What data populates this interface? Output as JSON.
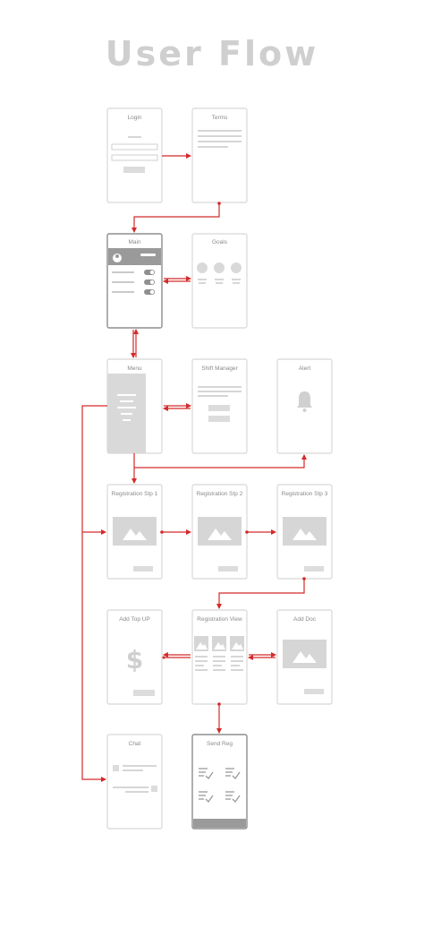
{
  "title": "User Flow",
  "screens": {
    "login": "Login",
    "terms": "Terms",
    "main": "Main",
    "goals": "Goals",
    "menu": "Menu",
    "shift_manager": "Shift Manager",
    "alert": "Alert",
    "reg1": "Registration Stp 1",
    "reg2": "Registration Stp 2",
    "reg3": "Registration Stp 3",
    "add_top_up": "Add Top UP",
    "reg_view": "Registration View",
    "add_doc": "Add Doc",
    "chat": "Chat",
    "send_reg": "Send Reg"
  },
  "symbols": {
    "dollar": "$"
  },
  "colors": {
    "arrow": "#d42a2a",
    "wire": "#d8d8d8",
    "title": "#cfcfcf"
  }
}
